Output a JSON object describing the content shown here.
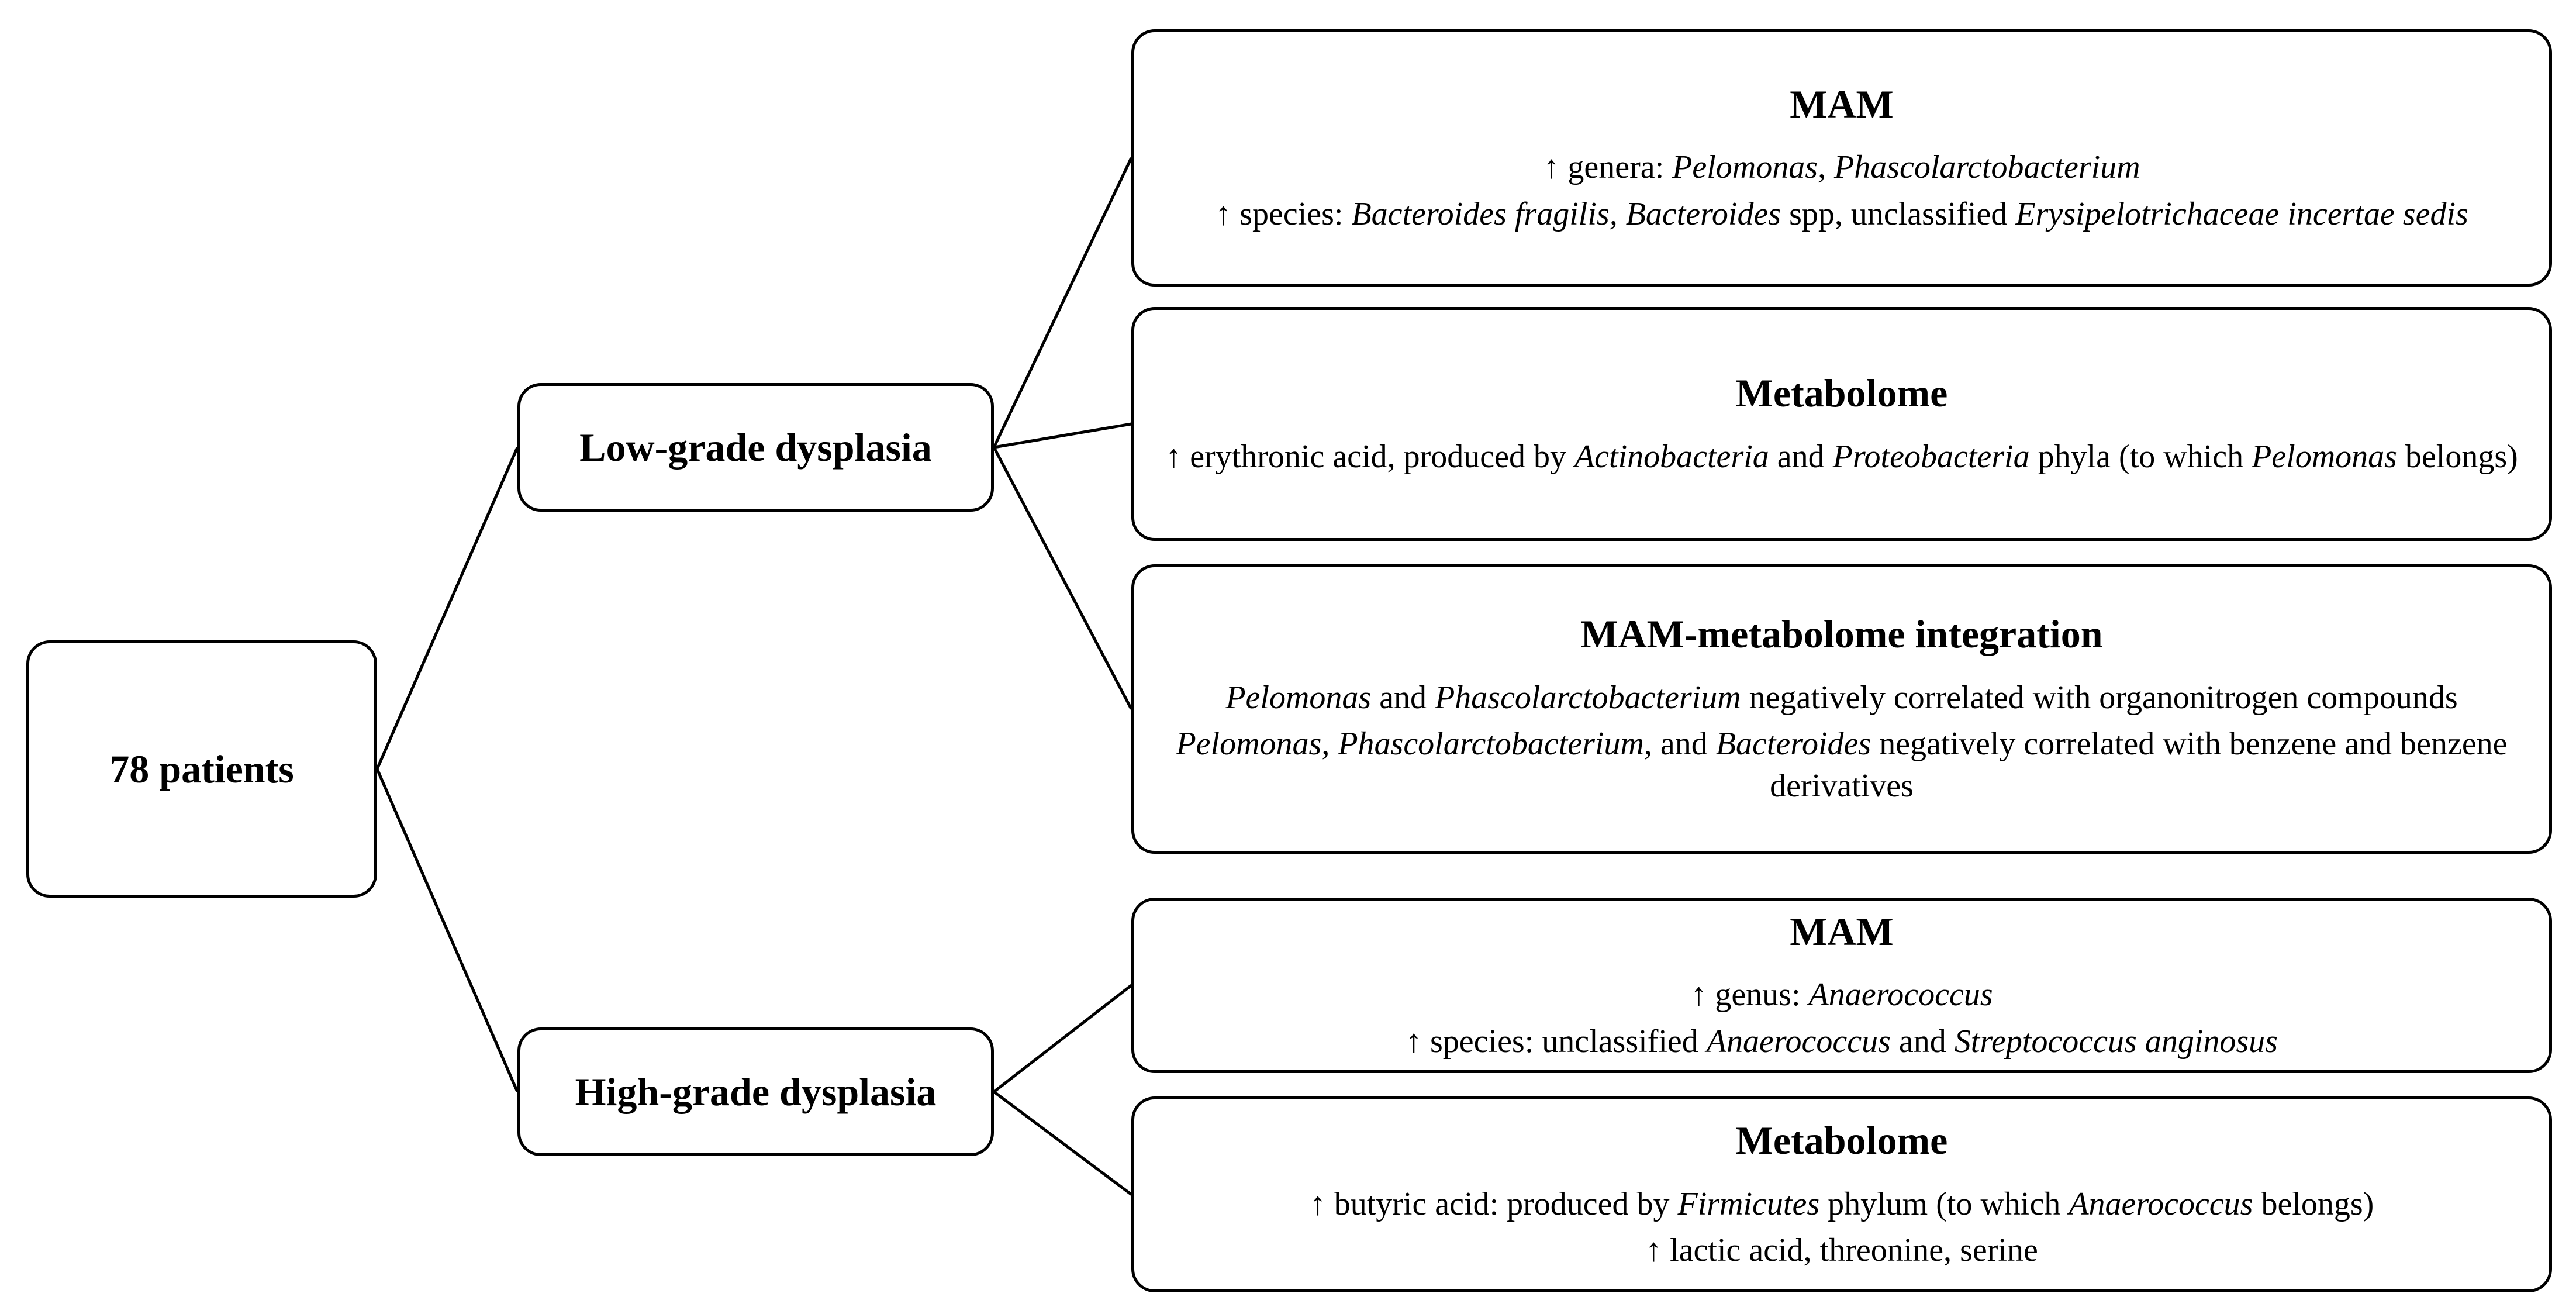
{
  "root": {
    "label": "78 patients"
  },
  "low_grade": {
    "label": "Low-grade dysplasia",
    "boxes": [
      {
        "title": "MAM",
        "lines": [
          [
            [
              "↑ genera: ",
              false
            ],
            [
              "Pelomonas, Phascolarctobacterium",
              true
            ]
          ],
          [
            [
              "↑ species: ",
              false
            ],
            [
              "Bacteroides fragilis, Bacteroides",
              true
            ],
            [
              " spp, unclassified ",
              false
            ],
            [
              "Erysipelotrichaceae incertae sedis",
              true
            ]
          ]
        ]
      },
      {
        "title": "Metabolome",
        "lines": [
          [
            [
              "↑ erythronic acid, produced by ",
              false
            ],
            [
              "Actinobacteria",
              true
            ],
            [
              " and ",
              false
            ],
            [
              "Proteobacteria",
              true
            ],
            [
              " phyla (to which ",
              false
            ],
            [
              "Pelomonas",
              true
            ],
            [
              " belongs)",
              false
            ]
          ]
        ]
      },
      {
        "title": "MAM-metabolome integration",
        "lines": [
          [
            [
              "Pelomonas",
              true
            ],
            [
              " and ",
              false
            ],
            [
              "Phascolarctobacterium",
              true
            ],
            [
              " negatively correlated with organonitrogen compounds",
              false
            ]
          ],
          [
            [
              "Pelomonas",
              true
            ],
            [
              ", ",
              false
            ],
            [
              "Phascolarctobacterium",
              true
            ],
            [
              ", and ",
              false
            ],
            [
              "Bacteroides",
              true
            ],
            [
              " negatively correlated with benzene and benzene derivatives",
              false
            ]
          ]
        ]
      }
    ]
  },
  "high_grade": {
    "label": "High-grade dysplasia",
    "boxes": [
      {
        "title": "MAM",
        "lines": [
          [
            [
              "↑ genus: ",
              false
            ],
            [
              "Anaerococcus",
              true
            ]
          ],
          [
            [
              "↑ species: unclassified ",
              false
            ],
            [
              "Anaerococcus",
              true
            ],
            [
              " and  ",
              false
            ],
            [
              "Streptococcus anginosus",
              true
            ]
          ]
        ]
      },
      {
        "title": "Metabolome",
        "lines": [
          [
            [
              "↑ butyric acid: produced by ",
              false
            ],
            [
              "Firmicutes",
              true
            ],
            [
              " phylum (to which ",
              false
            ],
            [
              "Anaerococcus",
              true
            ],
            [
              " belongs)",
              false
            ]
          ],
          [
            [
              "↑ lactic acid, threonine, serine",
              false
            ]
          ]
        ]
      }
    ]
  }
}
